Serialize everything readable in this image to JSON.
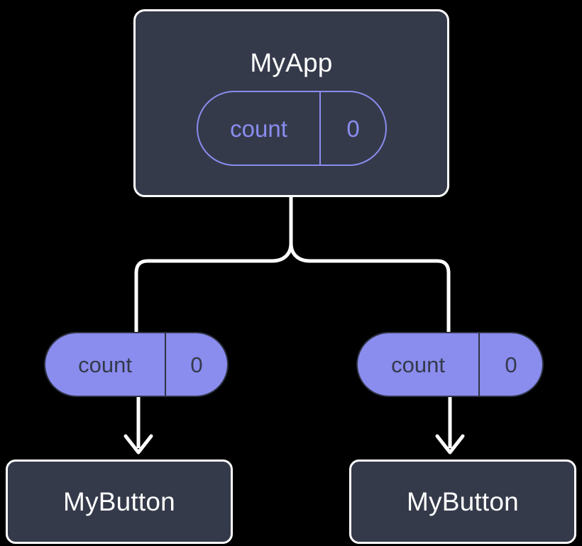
{
  "diagram": {
    "type": "component-tree",
    "title": "MyApp component tree with count state",
    "background_color": "#000000",
    "palette": {
      "node_fill": "#343a4a",
      "node_border": "#ffffff",
      "node_text": "#ffffff",
      "accent": "#8a8cee",
      "pill_text_on_fill": "#343a4a",
      "connector": "#ffffff"
    }
  },
  "root": {
    "label": "MyApp",
    "state": {
      "key": "count",
      "value": "0"
    }
  },
  "branches": [
    {
      "state": {
        "key": "count",
        "value": "0"
      },
      "child": {
        "label": "MyButton"
      }
    },
    {
      "state": {
        "key": "count",
        "value": "0"
      },
      "child": {
        "label": "MyButton"
      }
    }
  ],
  "connectors": {
    "trunk_label": "root-to-branch-split",
    "arrow_labels": [
      "state-to-button-arrow-left",
      "state-to-button-arrow-right"
    ]
  }
}
